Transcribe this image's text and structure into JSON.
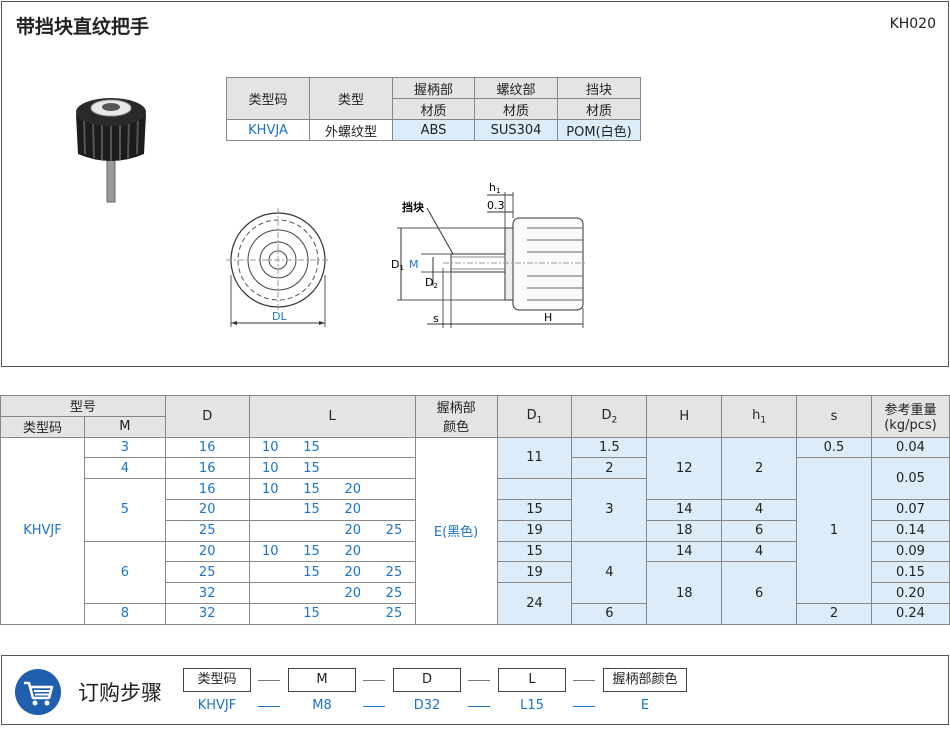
{
  "header": {
    "title": "带挡块直纹把手",
    "code": "KH020"
  },
  "material_table": {
    "h_type_code": "类型码",
    "h_type": "类型",
    "h_grip": "握柄部",
    "h_thread": "螺纹部",
    "h_stop": "挡块",
    "h_material": "材质",
    "row": {
      "type_code": "KHVJA",
      "type": "外螺纹型",
      "grip": "ABS",
      "thread": "SUS304",
      "stop": "POM(白色)"
    }
  },
  "drawing": {
    "stop_label": "挡块",
    "h1": "h1",
    "dim_03": "0.3",
    "D1": "D1",
    "M": "M",
    "D2": "D2",
    "s": "s",
    "H": "H",
    "DL": "DL"
  },
  "spec_table": {
    "headers": {
      "model": "型号",
      "type_code": "类型码",
      "M": "M",
      "D": "D",
      "L": "L",
      "grip_color_1": "握柄部",
      "grip_color_2": "颜色",
      "D1": "D1",
      "D2": "D2",
      "H": "H",
      "h1": "h1",
      "s": "s",
      "weight_1": "参考重量",
      "weight_2": "(kg/pcs)"
    },
    "type_code": "KHVJF",
    "color": "E(黑色)",
    "M": [
      "3",
      "4",
      "5",
      "6",
      "8"
    ],
    "rows": [
      {
        "D": "16",
        "L": [
          "10",
          "15",
          "",
          ""
        ],
        "W": "0.04"
      },
      {
        "D": "16",
        "L": [
          "10",
          "15",
          "",
          ""
        ]
      },
      {
        "D": "16",
        "L": [
          "10",
          "15",
          "20",
          ""
        ]
      },
      {
        "D": "20",
        "L": [
          "",
          "15",
          "20",
          ""
        ],
        "W": "0.07"
      },
      {
        "D": "25",
        "L": [
          "",
          "",
          "20",
          "25"
        ],
        "W": "0.14"
      },
      {
        "D": "20",
        "L": [
          "10",
          "15",
          "20",
          ""
        ],
        "W": "0.09"
      },
      {
        "D": "25",
        "L": [
          "",
          "15",
          "20",
          "25"
        ],
        "W": "0.15"
      },
      {
        "D": "32",
        "L": [
          "",
          "",
          "20",
          "25"
        ],
        "W": "0.20"
      },
      {
        "D": "32",
        "L": [
          "",
          "15",
          "",
          "25"
        ],
        "W": "0.24"
      }
    ],
    "D1": [
      "11",
      "15",
      "19",
      "15",
      "19",
      "24"
    ],
    "D2": [
      "1.5",
      "2",
      "3",
      "4",
      "6"
    ],
    "H": [
      "12",
      "14",
      "18",
      "14",
      "18"
    ],
    "h1": [
      "2",
      "4",
      "6",
      "4",
      "6"
    ],
    "s": [
      "0.5",
      "1",
      "2"
    ],
    "W_merged": "0.05"
  },
  "order": {
    "title": "订购步骤",
    "fields": [
      "类型码",
      "M",
      "D",
      "L",
      "握柄部颜色"
    ],
    "values": [
      "KHVJF",
      "M8",
      "D32",
      "L15",
      "E"
    ]
  }
}
